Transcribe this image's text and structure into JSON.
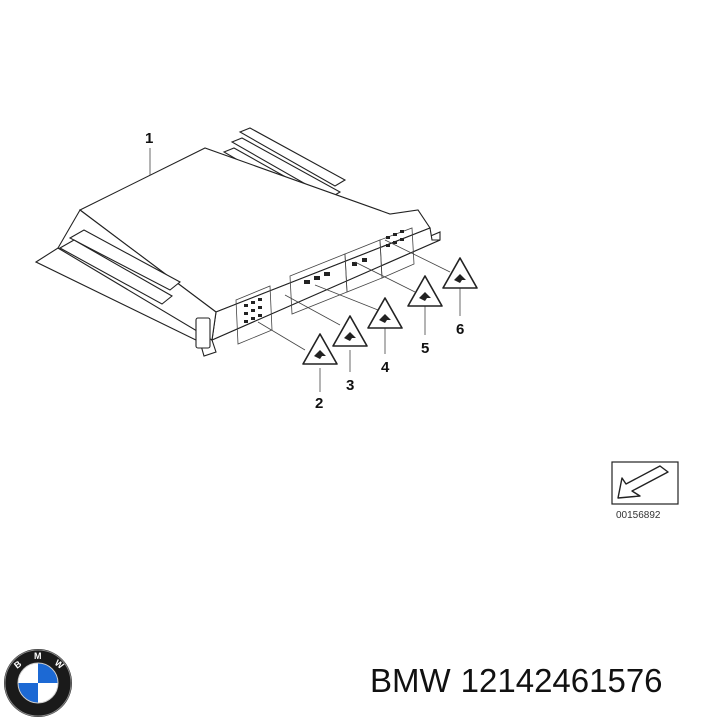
{
  "callouts": {
    "c1": "1",
    "c2": "2",
    "c3": "3",
    "c4": "4",
    "c5": "5",
    "c6": "6"
  },
  "reference_code": "00156892",
  "logo": {
    "icon": "bmw-roundel-logo",
    "lettering": "BMW",
    "colors": {
      "blue": "#1c69d4",
      "ring": "#1a1a1a"
    }
  },
  "footer": {
    "brand": "BMW",
    "part_number": "12142461576"
  }
}
